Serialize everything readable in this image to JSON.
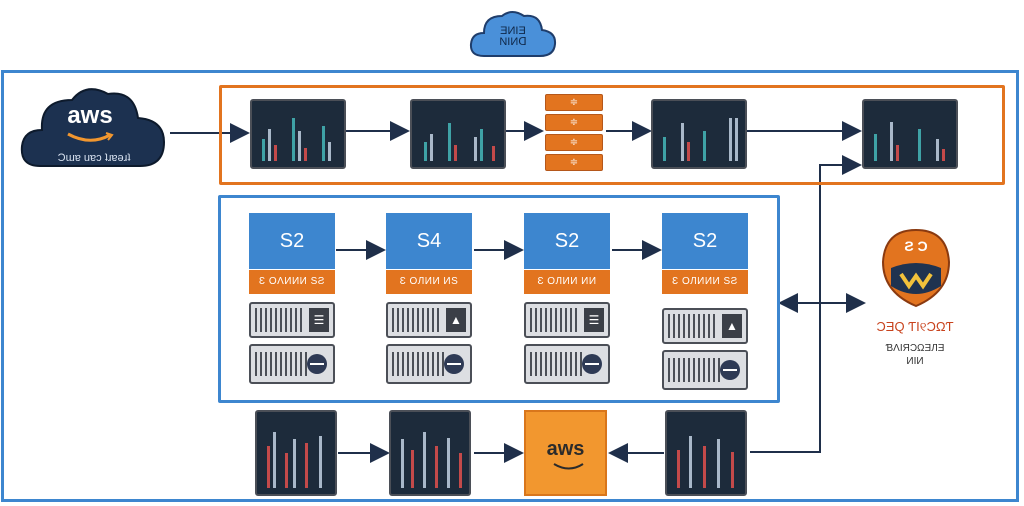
{
  "top_cloud": {
    "label": "ƎИIƎ\nNIИᗡ",
    "color": "#3d86cf"
  },
  "aws_cloud": {
    "logo": "aws",
    "caption": "Ɔɯɐ uɐɔ ʇɹɐǝɹʇ"
  },
  "pipeline_top": {
    "stack_labels": [
      "≑",
      "≑",
      "≑",
      "≑"
    ]
  },
  "s_cards": [
    {
      "head": "S2",
      "sub": "Ɛ ОΛИИИ ЅƧ"
    },
    {
      "head": "S4",
      "sub": "Ɛ ОЛИИ ИЅ"
    },
    {
      "head": "S2",
      "sub": "Ɛ ОЛИИ ИИ"
    },
    {
      "head": "S2",
      "sub": "Ɛ ОЛИИИ ЅƧ"
    }
  ],
  "aws_box": {
    "logo": "aws"
  },
  "external_service": {
    "badge_text": "Ƨ Ɔ",
    "title": "ƆƎQ ƬI୧ƆΩƬ",
    "subtitle": "ƁΛIЯƆΩƎЛƎ\nИIИ"
  },
  "colors": {
    "blue": "#3d86cf",
    "orange": "#e2741f",
    "navy": "#1d2b3b",
    "aws_orange": "#f2972f"
  },
  "icons": [
    "cloud-icon",
    "aws-logo-icon",
    "dashboard-icon",
    "server-rack-icon",
    "badge-icon",
    "smile-arrow-icon"
  ]
}
